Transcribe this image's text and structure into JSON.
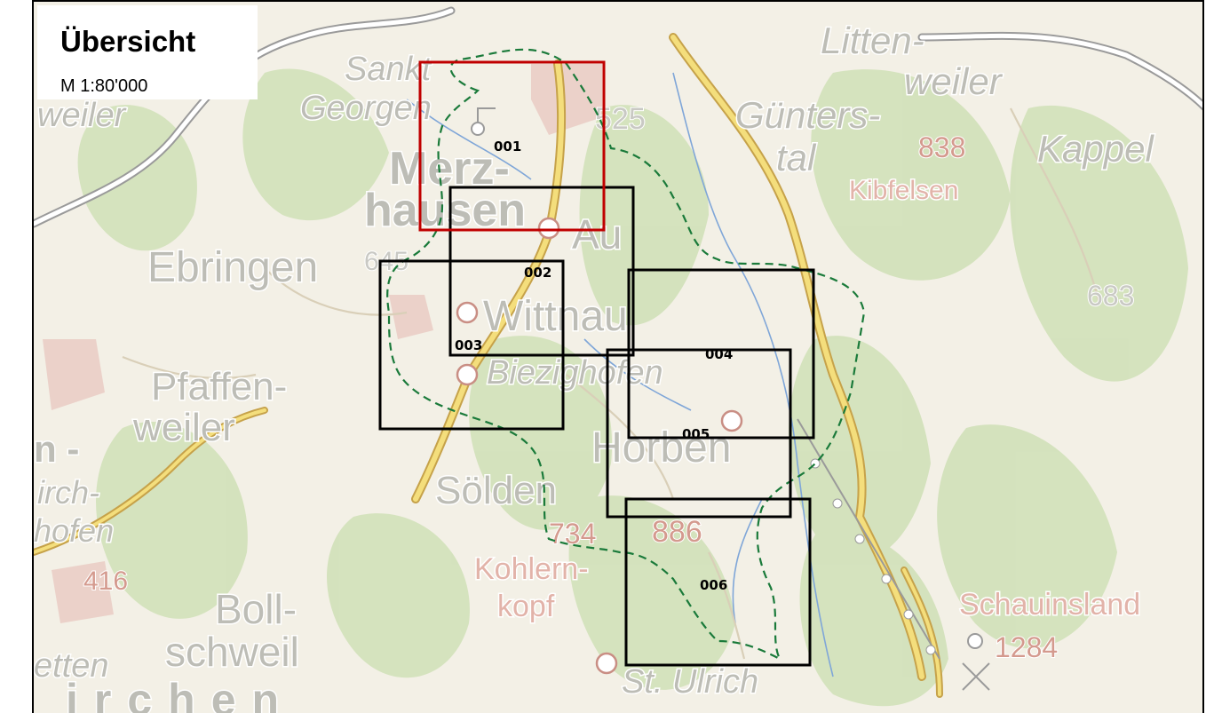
{
  "legend": {
    "title": "Übersicht",
    "scale": "M  1:80'000"
  },
  "tiles": [
    {
      "id": "001",
      "highlighted": true
    },
    {
      "id": "002",
      "highlighted": false
    },
    {
      "id": "003",
      "highlighted": false
    },
    {
      "id": "004",
      "highlighted": false
    },
    {
      "id": "005",
      "highlighted": false
    },
    {
      "id": "006",
      "highlighted": false
    }
  ],
  "places": {
    "sankt": "Sankt",
    "georgen": "Georgen",
    "weiler_left": "weiler",
    "merz": "Merz-",
    "hausen": "hausen",
    "au": "Au",
    "ebringen": "Ebringen",
    "wittnau": "Wittnau",
    "biezighofen": "Biezighofen",
    "pfaffen": "Pfaffen-",
    "pfaffen_weiler": "weiler",
    "n_dash": "n -",
    "irch": "irch-",
    "hofen": "hofen",
    "horben": "Horben",
    "soelden": "Sölden",
    "boll": "Boll-",
    "schweil": "schweil",
    "etten": "etten",
    "kirchen": "irchen",
    "kohlern": "Kohlern-",
    "kopf": "kopf",
    "st_ulrich": "St. Ulrich",
    "litten": "Litten-",
    "litten_weiler": "weiler",
    "guenters": "Günters-",
    "tal": "tal",
    "kappel": "Kappel",
    "kibfelsen": "Kibfelsen",
    "schauinsland": "Schauinsland"
  },
  "heights": {
    "h525": "525",
    "h838": "838",
    "h683": "683",
    "h645": "645",
    "h416": "416",
    "h734": "734",
    "h886": "886",
    "h1284": "1284"
  },
  "colors": {
    "highlight_tile": "#c00000",
    "tile": "#000000",
    "boundary": "#1a7a3a",
    "forest": "#cfe0b6",
    "road_main": "#f2dc8a"
  }
}
